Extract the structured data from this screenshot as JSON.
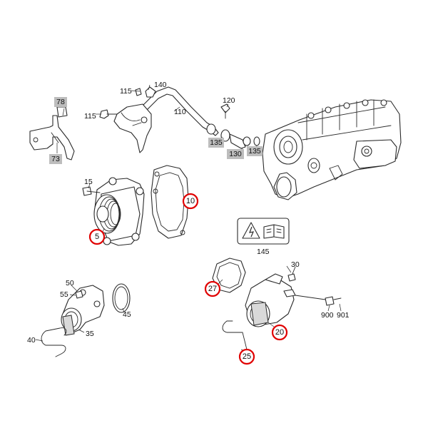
{
  "labels": {
    "p78": "78",
    "p73": "73",
    "p115a": "115",
    "p140": "140",
    "p115b": "115",
    "p110": "110",
    "p120": "120",
    "p135a": "135",
    "p130": "130",
    "p135b": "135",
    "p15": "15",
    "p10": "10",
    "p5": "5",
    "p145": "145",
    "p30": "30",
    "p27": "27",
    "p50": "50",
    "p55": "55",
    "p45": "45",
    "p900": "900",
    "p901": "901",
    "p35": "35",
    "p20": "20",
    "p40": "40",
    "p25": "25"
  },
  "colors": {
    "highlight_ring": "#e00000",
    "label_box": "#bdbdbd",
    "line": "#2a2a2a"
  },
  "icons": {
    "service_sign": "warning-and-manual-icon"
  }
}
